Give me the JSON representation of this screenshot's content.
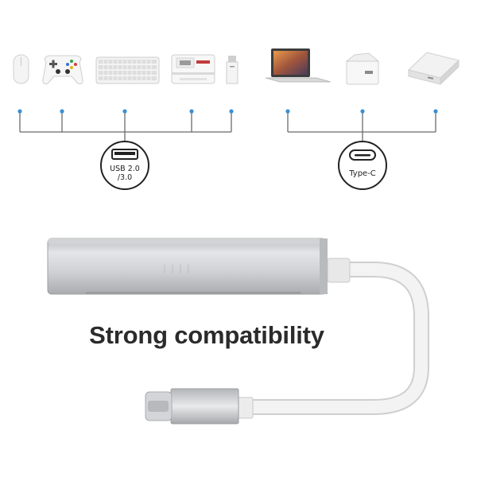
{
  "usb_a_label_line1": "USB 2.0",
  "usb_a_label_line2": "/3.0",
  "usb_c_label": "Type-C",
  "headline": "Strong compatibility",
  "devices_left": [
    "mouse-icon",
    "gamepad-icon",
    "keyboard-icon",
    "printer-icon",
    "usb-stick-icon"
  ],
  "devices_right": [
    "laptop-icon",
    "charger-icon",
    "power-bank-icon"
  ],
  "colors": {
    "connector_dot": "#3a8fd6",
    "line": "#6b6b6b",
    "hub_silver": "#c7c9cc",
    "cable": "#f1f1f1",
    "text": "#2b2b2b"
  }
}
